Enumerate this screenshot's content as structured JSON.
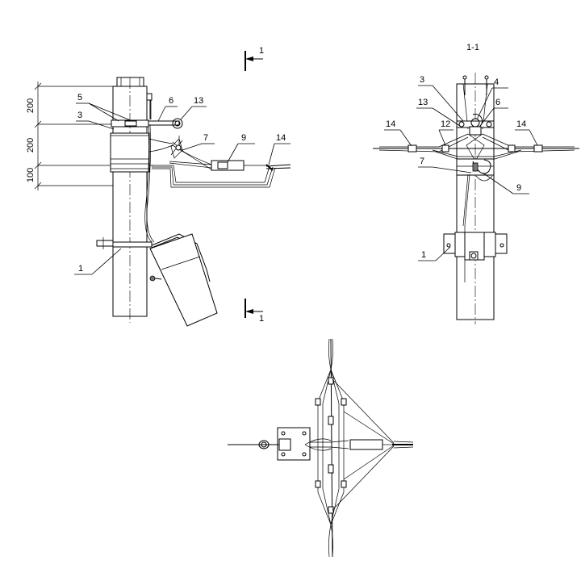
{
  "section_marks": {
    "top_label": "1",
    "bottom_label": "1",
    "section_title": "1-1"
  },
  "dimensions": {
    "upper": "200",
    "middle": "200",
    "lower": "100"
  },
  "front_view_labels": {
    "l5": "5",
    "l6": "6",
    "l13": "13",
    "l3": "3",
    "l7": "7",
    "l9": "9",
    "l14": "14",
    "l1": "1"
  },
  "side_view_labels": {
    "l3": "3",
    "l4": "4",
    "l13": "13",
    "l6": "6",
    "l14a": "14",
    "l12": "12",
    "l14b": "14",
    "l7": "7",
    "l9": "9",
    "l1": "1"
  }
}
